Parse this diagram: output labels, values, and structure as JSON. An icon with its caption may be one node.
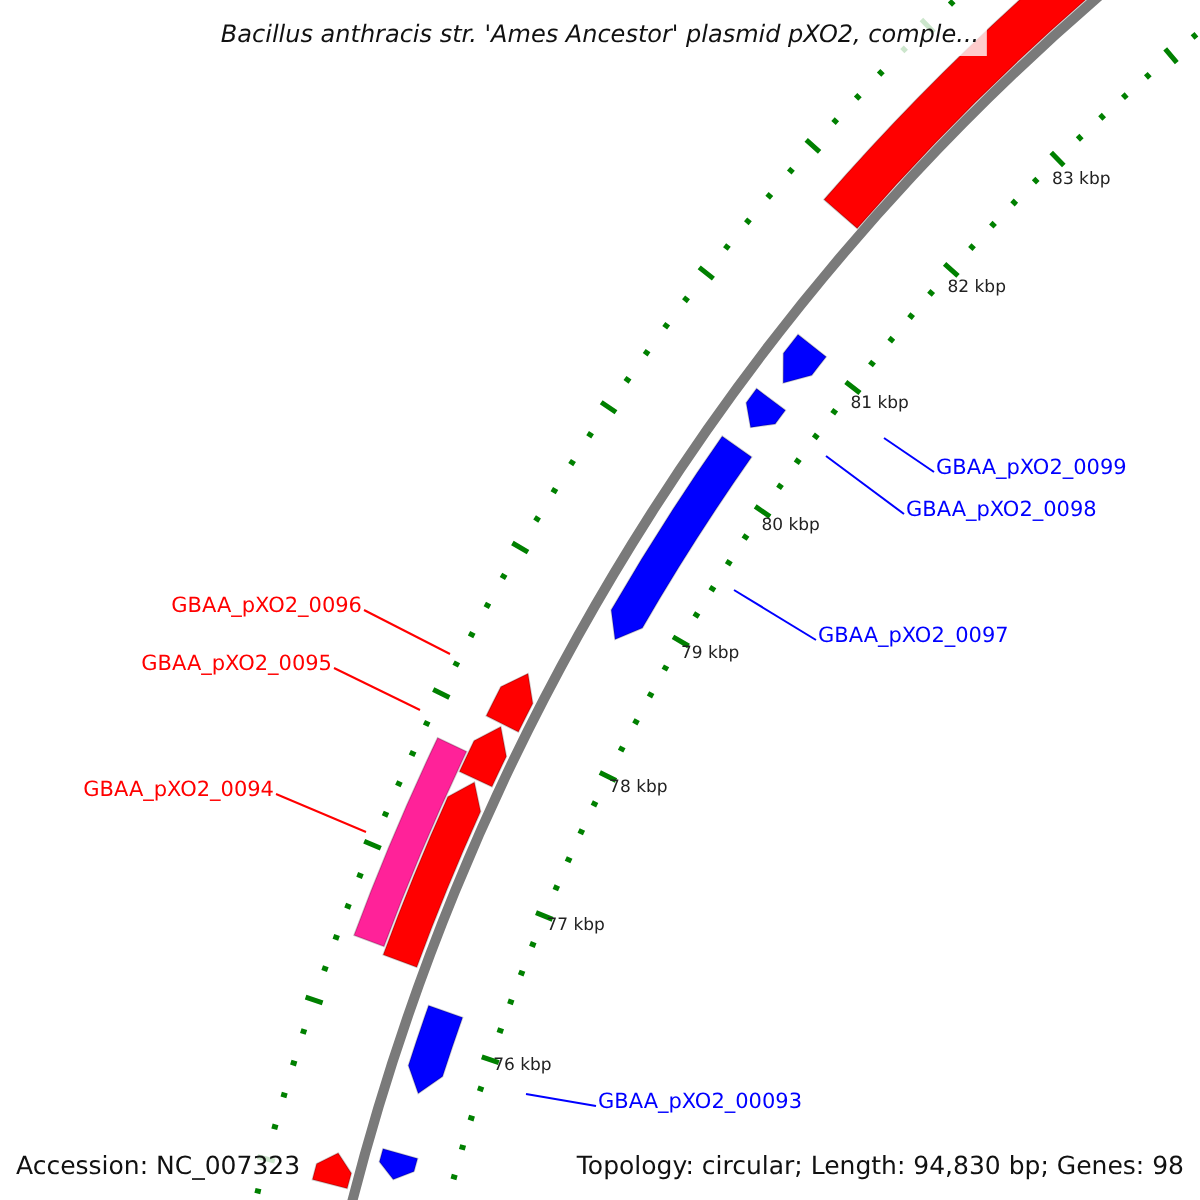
{
  "diagram": {
    "title": "Bacillus anthracis str. 'Ames Ancestor' plasmid pXO2, comple...",
    "nodes": [
      {
        "text": [
          "GBAA_pXO2_0099"
        ]
      },
      {
        "text": [
          "GBAA_pXO2_0098"
        ]
      },
      {
        "text": [
          "GBAA_pXO2_0096"
        ]
      },
      {
        "text": [
          "GBAA_pXO2_0097"
        ]
      },
      {
        "text": [
          "GBAA_pXO2_0095"
        ]
      },
      {
        "text": [
          "GBAA_pXO2_0094"
        ]
      },
      {
        "text": [
          "GBAA_pXO2_00093"
        ]
      }
    ],
    "edges": [
      {
        "from": 0,
        "to": null,
        "arrow": "none",
        "color": "#0000ff"
      },
      {
        "from": 1,
        "to": null,
        "arrow": "none",
        "color": "#0000ff"
      },
      {
        "from": 2,
        "to": null,
        "arrow": "none",
        "color": "#ff0000"
      },
      {
        "from": 3,
        "to": null,
        "arrow": "none",
        "color": "#0000ff"
      },
      {
        "from": 4,
        "to": null,
        "arrow": "none",
        "color": "#ff0000"
      },
      {
        "from": 5,
        "to": null,
        "arrow": "none",
        "color": "#ff0000"
      },
      {
        "from": 6,
        "to": null,
        "arrow": "none",
        "color": "#0000ff"
      }
    ],
    "labels": [
      "83 kbp",
      "82 kbp",
      "81 kbp",
      "80 kbp",
      "79 kbp",
      "78 kbp",
      "77 kbp",
      "76 kbp",
      "Accession: NC_007323",
      "Topology: circular; Length: 94,830 bp; Genes: 98"
    ]
  }
}
